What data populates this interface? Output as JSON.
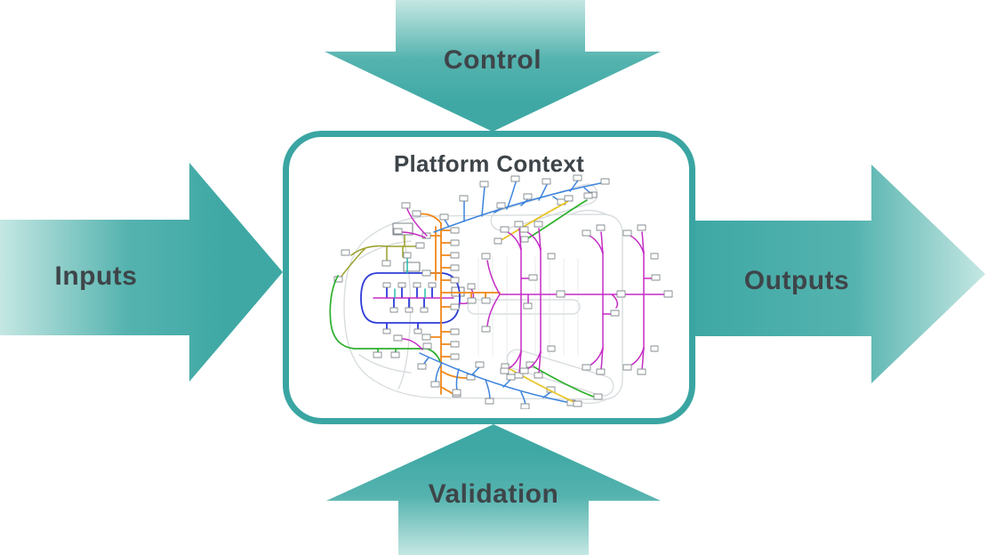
{
  "diagram": {
    "center_box": {
      "title": "Platform Context"
    },
    "arrows": {
      "top": {
        "label": "Control",
        "direction": "down-into-box"
      },
      "left": {
        "label": "Inputs",
        "direction": "right-into-box"
      },
      "right": {
        "label": "Outputs",
        "direction": "right-out-of-box"
      },
      "bottom": {
        "label": "Validation",
        "direction": "up-into-box"
      }
    },
    "colors": {
      "teal": "#3FA8A4",
      "teal_mid": "#55B3AF",
      "teal_light": "#C5E7E3",
      "box_border": "#3AA5A2",
      "label_text": "#3E4549",
      "harness_blue": "#3C83DC",
      "harness_navy": "#2E3CD8",
      "harness_magenta": "#C52CC5",
      "harness_orange": "#F08818",
      "harness_green": "#2EB02E",
      "harness_yellow": "#E9C52A",
      "harness_olive": "#9AA028",
      "harness_teal": "#1AB8A8",
      "car_outline": "#D8DDDF"
    }
  }
}
